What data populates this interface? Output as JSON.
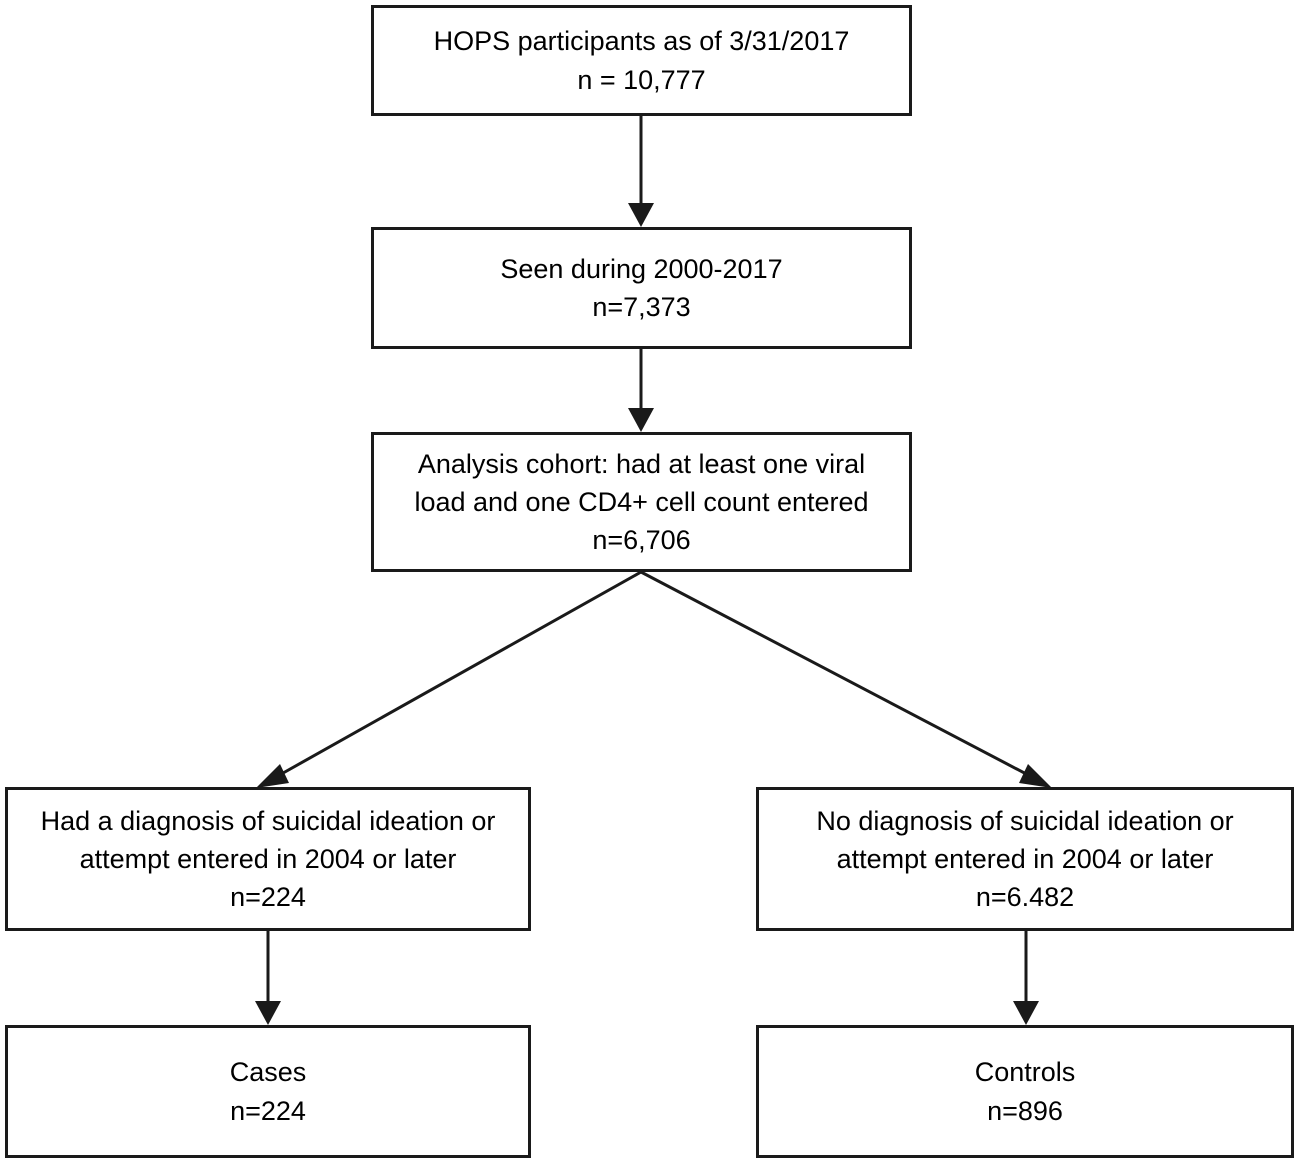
{
  "diagram": {
    "type": "flowchart",
    "orientation": "top-down",
    "background_color": "#ffffff",
    "stroke_color": "#1a1a1a",
    "text_color": "#000000",
    "nodes": [
      {
        "id": "hops",
        "name": "hops-participants-box",
        "line1": "HOPS participants as of 3/31/2017",
        "line2": "n = 10,777",
        "count": 10777
      },
      {
        "id": "seen",
        "name": "seen-during-box",
        "line1": "Seen during 2000-2017",
        "line2": "n=7,373",
        "count": 7373
      },
      {
        "id": "cohort",
        "name": "analysis-cohort-box",
        "line1": "Analysis cohort: had at least one viral",
        "line2": "load and one CD4+ cell count entered",
        "line3": "n=6,706",
        "count": 6706
      },
      {
        "id": "case-criteria",
        "name": "had-diagnosis-box",
        "line1": "Had a diagnosis of suicidal ideation or",
        "line2": "attempt entered in 2004 or later",
        "line3": "n=224",
        "count": 224
      },
      {
        "id": "control-criteria",
        "name": "no-diagnosis-box",
        "line1": "No diagnosis of suicidal ideation or",
        "line2": "attempt entered in 2004 or later",
        "line3": "n=6.482",
        "count": 6482
      },
      {
        "id": "cases",
        "name": "cases-box",
        "line1": "Cases",
        "line2": "n=224",
        "count": 224
      },
      {
        "id": "controls",
        "name": "controls-box",
        "line1": "Controls",
        "line2": "n=896",
        "count": 896
      }
    ],
    "edges": [
      {
        "name": "edge-hops-to-seen",
        "from": "hops",
        "to": "seen",
        "style": "vertical-arrow"
      },
      {
        "name": "edge-seen-to-cohort",
        "from": "seen",
        "to": "cohort",
        "style": "vertical-arrow"
      },
      {
        "name": "edge-cohort-to-case-criteria",
        "from": "cohort",
        "to": "case-criteria",
        "style": "diagonal-arrow-left"
      },
      {
        "name": "edge-cohort-to-control-criteria",
        "from": "cohort",
        "to": "control-criteria",
        "style": "diagonal-arrow-right"
      },
      {
        "name": "edge-case-criteria-to-cases",
        "from": "case-criteria",
        "to": "cases",
        "style": "vertical-arrow"
      },
      {
        "name": "edge-control-criteria-to-controls",
        "from": "control-criteria",
        "to": "controls",
        "style": "vertical-arrow"
      }
    ]
  }
}
